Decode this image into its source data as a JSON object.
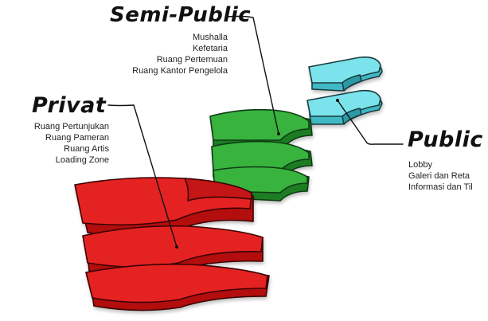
{
  "zones": {
    "semi_public": {
      "title": "Semi-Public",
      "color": "#2e9e33",
      "items": [
        "Mushalla",
        "Kefetaria",
        "Ruang Pertemuan",
        "Ruang Kantor Pengelola"
      ]
    },
    "privat": {
      "title": "Privat",
      "color": "#e01b1b",
      "items": [
        "Ruang Pertunjukan",
        "Ruang Pameran",
        "Ruang Artis",
        "Loading Zone"
      ]
    },
    "public": {
      "title": "Public",
      "color": "#62d3de",
      "items": [
        "Lobby",
        "Galeri dan Reta",
        "Informasi dan Til"
      ]
    }
  }
}
